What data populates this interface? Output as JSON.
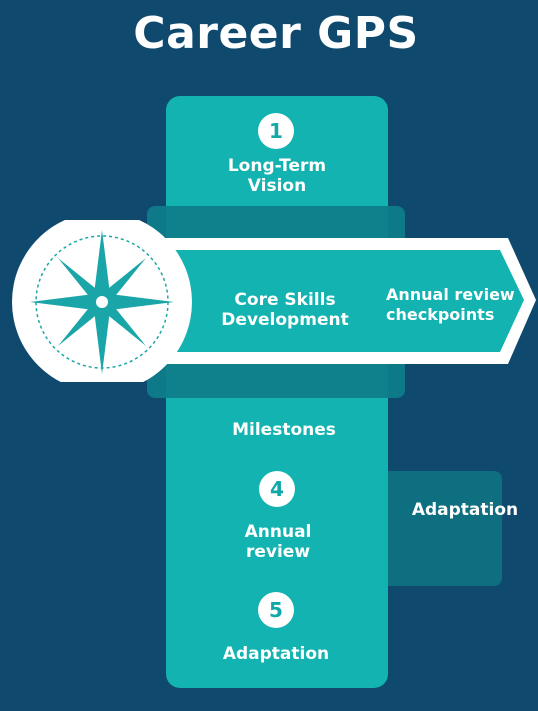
{
  "title": "Career GPS",
  "steps": [
    {
      "number": "1",
      "label_line1": "Long-Term",
      "label_line2": "Vision"
    },
    {
      "label_line1": "Core Skills",
      "label_line2": "Development"
    },
    {
      "label": "Milestones"
    },
    {
      "number": "4",
      "label_line1": "Annual",
      "label_line2": "review"
    },
    {
      "number": "5",
      "label": "Adaptation"
    }
  ],
  "arrow": {
    "label_line1": "Annual review",
    "label_line2": "checkpoints"
  },
  "side_panel": {
    "label": "Adaptation"
  },
  "icons": {
    "compass": "compass-rose-icon"
  },
  "colors": {
    "background": "#0f4a6e",
    "column": "#12b3b0",
    "overlay": "#0e7d8a",
    "side_panel": "#0e6f80",
    "arrow": "#12b3b0",
    "compass": "#1aa6a8"
  }
}
